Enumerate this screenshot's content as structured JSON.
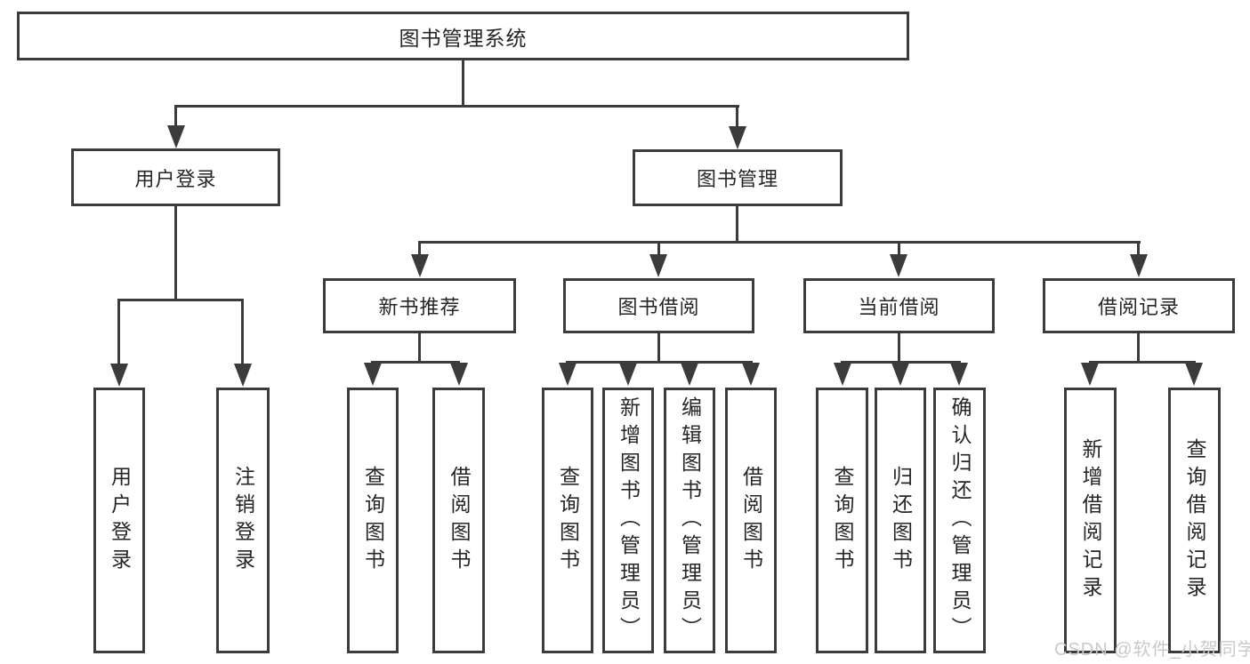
{
  "root": {
    "label": "图书管理系统"
  },
  "level2": [
    {
      "label": "用户登录"
    },
    {
      "label": "图书管理"
    }
  ],
  "level3": [
    {
      "label": "新书推荐"
    },
    {
      "label": "图书借阅"
    },
    {
      "label": "当前借阅"
    },
    {
      "label": "借阅记录"
    }
  ],
  "leaves": {
    "user_login": [
      {
        "label": "用户登录"
      },
      {
        "label": "注销登录"
      }
    ],
    "new_books": [
      {
        "label": "查询图书"
      },
      {
        "label": "借阅图书"
      }
    ],
    "book_borrow": [
      {
        "label": "查询图书"
      },
      {
        "label": "新增图书（管理员）"
      },
      {
        "label": "编辑图书（管理员）"
      },
      {
        "label": "借阅图书"
      }
    ],
    "current_borrow": [
      {
        "label": "查询图书"
      },
      {
        "label": "归还图书"
      },
      {
        "label": "确认归还（管理员）"
      }
    ],
    "borrow_records": [
      {
        "label": "新增借阅记录"
      },
      {
        "label": "查询借阅记录"
      }
    ]
  },
  "watermark": {
    "text": "CSDN @软件_小贺同学"
  },
  "colors": {
    "line": "#3b3b3b",
    "text": "#262626",
    "watermark": "#c9c9c9",
    "background": "#ffffff"
  }
}
